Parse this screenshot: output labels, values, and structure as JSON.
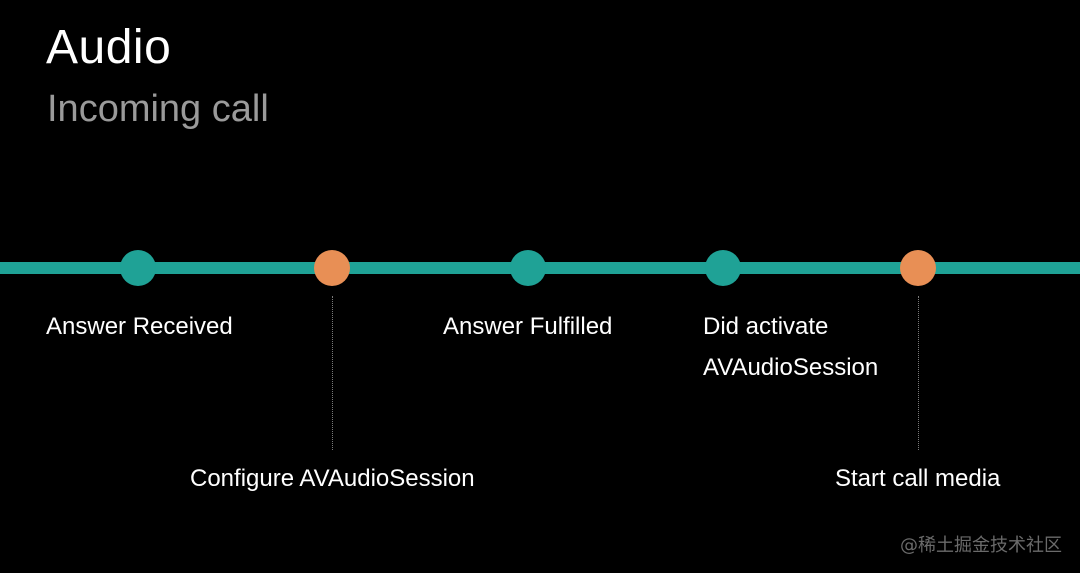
{
  "title": "Audio",
  "subtitle": "Incoming call",
  "colors": {
    "background": "#000000",
    "timeline": "#1fa296",
    "teal_event": "#1fa296",
    "orange_event": "#e88f55",
    "subtitle": "#9a9a9a"
  },
  "events": [
    {
      "label": "Answer Received",
      "kind": "teal"
    },
    {
      "label": "Configure AVAudioSession",
      "kind": "orange"
    },
    {
      "label": "Answer Fulfilled",
      "kind": "teal"
    },
    {
      "label_line1": "Did activate",
      "label_line2": "AVAudioSession",
      "kind": "teal"
    },
    {
      "label": "Start call media",
      "kind": "orange"
    }
  ],
  "watermark": "@稀土掘金技术社区"
}
